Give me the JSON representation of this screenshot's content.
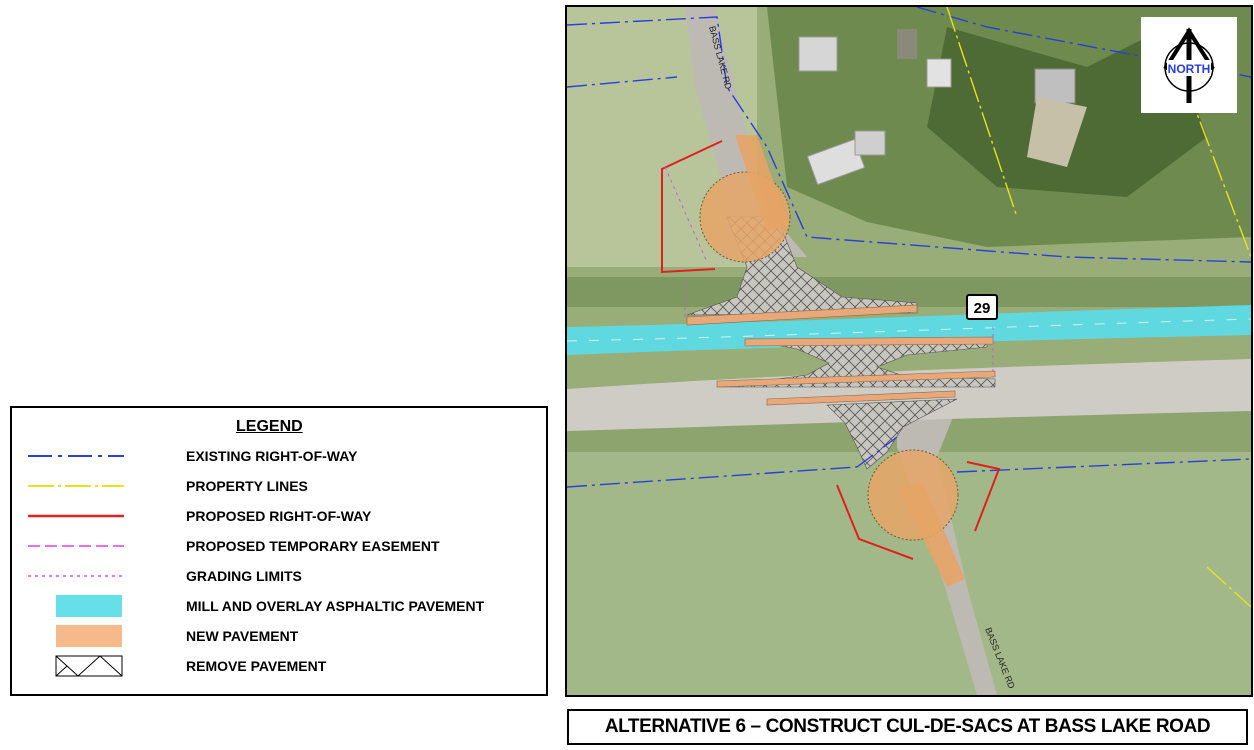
{
  "legend": {
    "title": "LEGEND",
    "items": [
      {
        "label": "EXISTING RIGHT-OF-WAY",
        "symbol": "existing-right-of-way-line-icon",
        "color": "#2a3fd8"
      },
      {
        "label": "PROPERTY LINES",
        "symbol": "property-line-icon",
        "color": "#e8e020"
      },
      {
        "label": "PROPOSED RIGHT-OF-WAY",
        "symbol": "proposed-right-of-way-line-icon",
        "color": "#e02020"
      },
      {
        "label": "PROPOSED TEMPORARY EASEMENT",
        "symbol": "temporary-easement-line-icon",
        "color": "#e040e0"
      },
      {
        "label": "GRADING LIMITS",
        "symbol": "grading-limits-line-icon",
        "color": "#c060d0"
      },
      {
        "label": "MILL AND OVERLAY ASPHALTIC PAVEMENT",
        "symbol": "mill-overlay-swatch-icon",
        "color": "#66e0e8"
      },
      {
        "label": "NEW PAVEMENT",
        "symbol": "new-pavement-swatch-icon",
        "color": "#f5b98a"
      },
      {
        "label": "REMOVE PAVEMENT",
        "symbol": "remove-pavement-hatch-icon",
        "color": "#000000"
      }
    ]
  },
  "map": {
    "road_labels": [
      "BASS LAKE RD",
      "BASS LAKE RD"
    ],
    "highway_shield": "29",
    "north_arrow_label": "NORTH",
    "north_arrow_color": "#2a3fd8"
  },
  "caption": "ALTERNATIVE 6 – CONSTRUCT CUL-DE-SACS AT BASS LAKE ROAD"
}
